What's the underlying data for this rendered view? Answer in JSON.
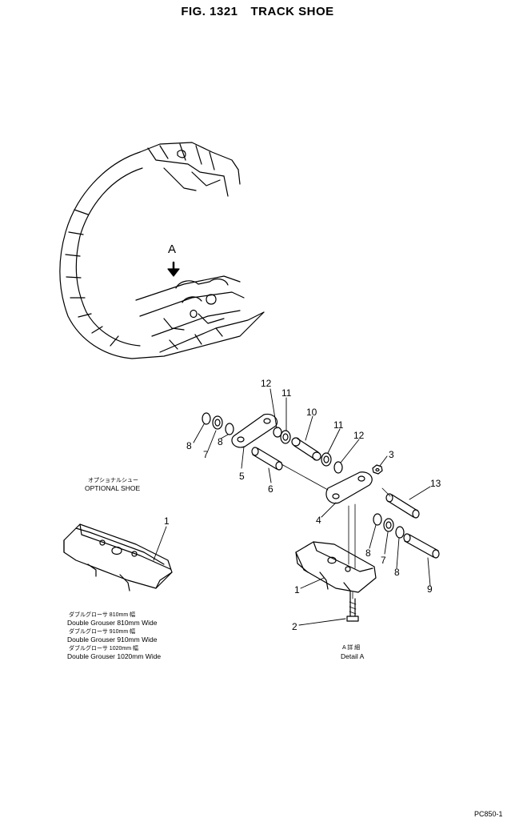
{
  "title": {
    "fig": "FIG. 1321",
    "name": "TRACK SHOE"
  },
  "detail_marker": "A",
  "optional_shoe": {
    "jp": "オプショナルシュー",
    "en": "OPTIONAL SHOE"
  },
  "grouser_notes": [
    {
      "jp": "ダブルグローサ 810mm 幅",
      "en": "Double Grouser 810mm Wide"
    },
    {
      "jp": "ダブルグローサ 910mm 幅",
      "en": "Double Grouser 910mm Wide"
    },
    {
      "jp": "ダブルグローサ 1020mm 幅",
      "en": "Double Grouser 1020mm Wide"
    }
  ],
  "detail_caption": {
    "jp": "A 詳 細",
    "en": "Detail A"
  },
  "part_labels": {
    "p1_optional": "1",
    "p1": "1",
    "p2": "2",
    "p3": "3",
    "p4": "4",
    "p5": "5",
    "p6": "6",
    "p7_left": "7",
    "p7_right": "7",
    "p8_left_a": "8",
    "p8_left_b": "8",
    "p8_right_a": "8",
    "p8_right_b": "8",
    "p9": "9",
    "p10": "10",
    "p11_left": "11",
    "p11_right": "11",
    "p12_left": "12",
    "p12_right": "12",
    "p13": "13"
  },
  "page_code": "PC850-1"
}
